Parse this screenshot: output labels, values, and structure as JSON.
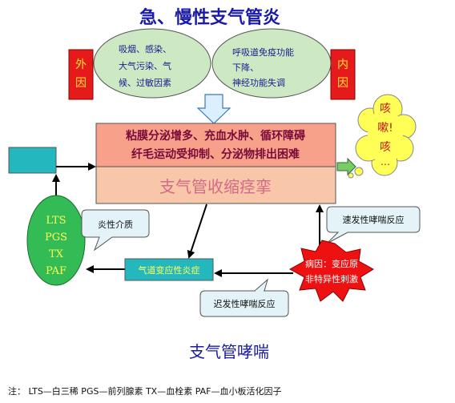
{
  "title": "急、慢性支气管炎",
  "bottom_title": "支气管哮喘",
  "external_cause": {
    "label_line1": "外",
    "label_line2": "因"
  },
  "internal_cause": {
    "label_line1": "内",
    "label_line2": "因"
  },
  "left_bubble": {
    "lines": [
      "吸烟、感染、",
      "大气污染、气",
      "候、过敏因素"
    ]
  },
  "right_bubble": {
    "lines": [
      "呼吸道免疫功能",
      "下降、",
      "神经功能失调"
    ]
  },
  "main_box": {
    "line1": "粘膜分泌增多、充血水肿、循环障碍",
    "line2": "纤毛运动受抑制、分泌物排出困难",
    "lower": "支气管收缩痉挛"
  },
  "cough_cloud": {
    "lines": [
      "咳",
      "嗽!",
      "咳",
      "…"
    ]
  },
  "mediators": {
    "lines": [
      "LTS",
      "PGS",
      "TX",
      "PAF"
    ]
  },
  "callout_mediator": "炎性介质",
  "callout_fast": "速发性哮喘反应",
  "callout_late": "迟发性哮喘反应",
  "airway_box": "气道变应性炎症",
  "starburst": {
    "line1": "病因：变应原",
    "line2": "非特异性刺激"
  },
  "footnote": "注： LTS—白三稀   PGS—前列腺素   TX—血栓素   PAF—血小板活化因子",
  "colors": {
    "title": "#1a1aa8",
    "bubble_fill": "#cde9c3",
    "bubble_text": "#1a1a90",
    "cause_fill": "#e51b1b",
    "cause_text": "#ffe23a",
    "main_top_fill": "#f7a08a",
    "main_bottom_fill": "#f8c6a8",
    "main_top_text": "#7a0a38",
    "main_bottom_text": "#d46a8a",
    "cloud_fill": "#ffff55",
    "cloud_text": "#c4161c",
    "teal": "#25b7be",
    "green_ellipse": "#33bb55",
    "mediator_text": "#ffff55",
    "star_fill": "#ee1111",
    "star_text": "#ffffff",
    "callout_fill": "#e3f3f7",
    "arrow_blue_fill": "#dcefff"
  }
}
